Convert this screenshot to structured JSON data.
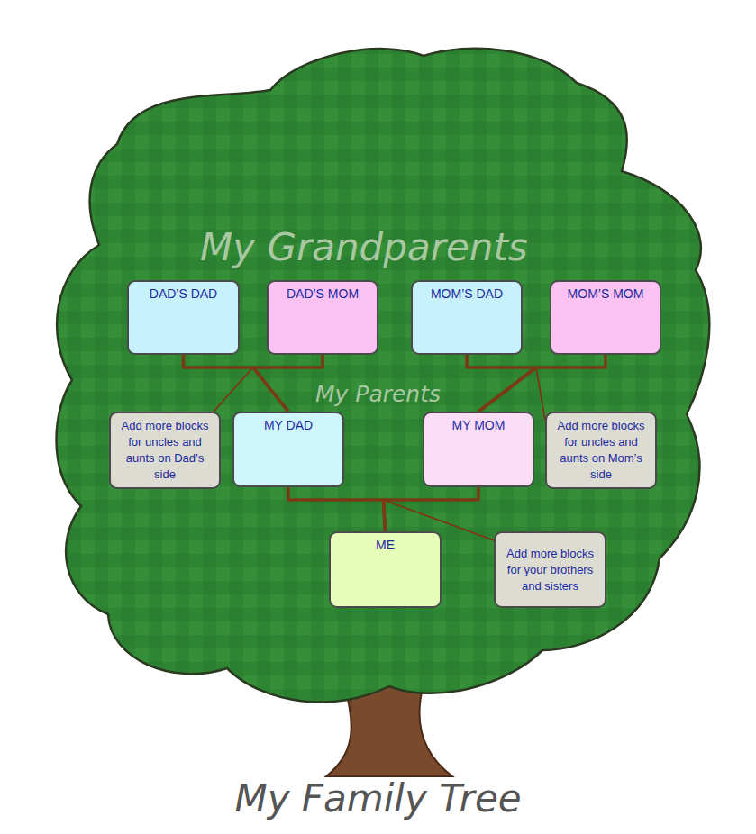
{
  "diagram": {
    "title": "My Family Tree",
    "nodes": [
      {
        "text": [
          "DAD’S DAD"
        ]
      },
      {
        "text": [
          "DAD’S MOM"
        ]
      },
      {
        "text": [
          "MOM’S DAD"
        ]
      },
      {
        "text": [
          "MOM’S MOM"
        ]
      },
      {
        "text": [
          "Add more blocks for uncles and aunts on Dad’s side"
        ]
      },
      {
        "text": [
          "MY DAD"
        ]
      },
      {
        "text": [
          "MY MOM"
        ]
      },
      {
        "text": [
          "Add more blocks for uncles and aunts on Mom’s side"
        ]
      },
      {
        "text": [
          "ME"
        ]
      },
      {
        "text": [
          "Add more blocks for your brothers and sisters"
        ]
      }
    ],
    "edges": [
      {
        "from": 0,
        "to": 5,
        "arrow": "none"
      },
      {
        "from": 1,
        "to": 5,
        "arrow": "none"
      },
      {
        "from": 0,
        "to": 4,
        "arrow": "none"
      },
      {
        "from": 1,
        "to": 4,
        "arrow": "none"
      },
      {
        "from": 2,
        "to": 6,
        "arrow": "none"
      },
      {
        "from": 3,
        "to": 6,
        "arrow": "none"
      },
      {
        "from": 2,
        "to": 7,
        "arrow": "none"
      },
      {
        "from": 3,
        "to": 7,
        "arrow": "none"
      },
      {
        "from": 5,
        "to": 8,
        "arrow": "none"
      },
      {
        "from": 6,
        "to": 8,
        "arrow": "none"
      },
      {
        "from": 5,
        "to": 9,
        "arrow": "none"
      },
      {
        "from": 6,
        "to": 9,
        "arrow": "none"
      }
    ],
    "labels": [
      "My Grandparents",
      "My Parents"
    ]
  }
}
